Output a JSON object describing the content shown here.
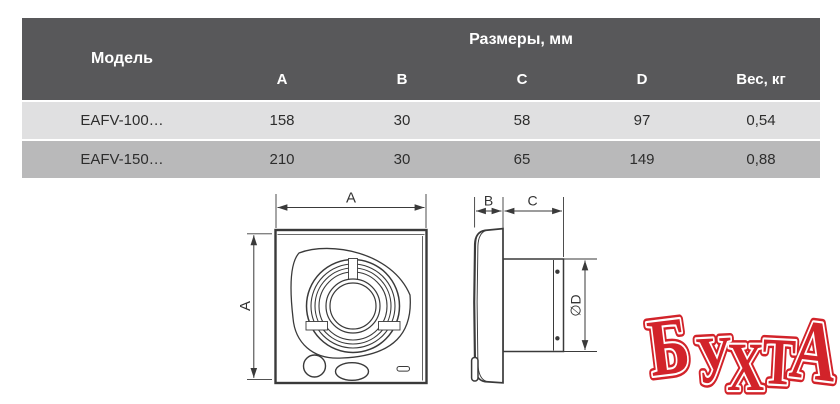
{
  "table": {
    "header": {
      "model": "Модель",
      "sizes_group": "Размеры, мм",
      "columns": [
        "A",
        "B",
        "C",
        "D",
        "Вес, кг"
      ]
    },
    "rows": [
      {
        "model": "EAFV-100…",
        "A": "158",
        "B": "30",
        "C": "58",
        "D": "97",
        "weight": "0,54"
      },
      {
        "model": "EAFV-150…",
        "A": "210",
        "B": "30",
        "C": "65",
        "D": "149",
        "weight": "0,88"
      }
    ]
  },
  "diagram": {
    "front_view": {
      "width_label": "A",
      "height_label": "A"
    },
    "side_view": {
      "panel_depth_label": "B",
      "duct_depth_label": "C",
      "duct_diameter_label": "∅D"
    }
  },
  "logo": {
    "text": "БУХТА",
    "letters": [
      "Б",
      "У",
      "Х",
      "Т",
      "А"
    ]
  },
  "colors": {
    "header_bg": "#58585a",
    "row_light": "#e0e0e1",
    "row_dark": "#b9b9ba",
    "drawing_line": "#3a3a3a",
    "logo_red": "#d2232a"
  }
}
